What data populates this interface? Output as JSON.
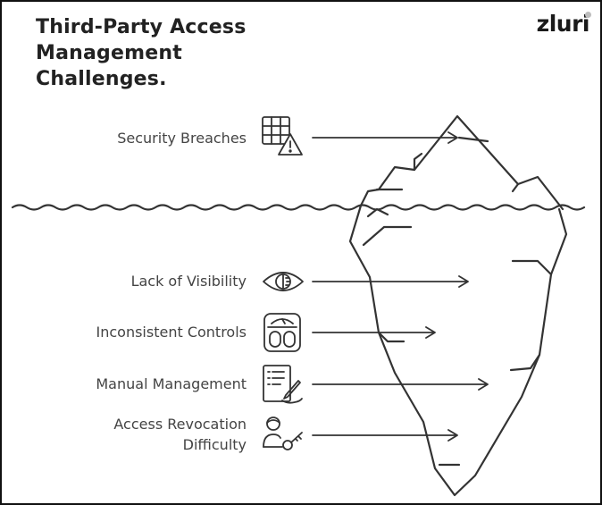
{
  "title": {
    "lines": [
      "Third-Party Access",
      "Management",
      "Challenges."
    ]
  },
  "brand": {
    "logo_text": "zluri"
  },
  "items": [
    {
      "label": "Security Breaches",
      "icon": "grid-warning-icon"
    },
    {
      "label": "Lack of Visibility",
      "icon": "eye-icon"
    },
    {
      "label": "Inconsistent Controls",
      "icon": "control-panel-icon"
    },
    {
      "label": "Manual Management",
      "icon": "clipboard-pen-icon"
    },
    {
      "label_lines": [
        "Access Revocation",
        "Difficulty"
      ],
      "icon": "user-key-icon"
    }
  ],
  "colors": {
    "ink": "#333333",
    "text": "#444444",
    "title": "#222222",
    "background": "#ffffff"
  }
}
